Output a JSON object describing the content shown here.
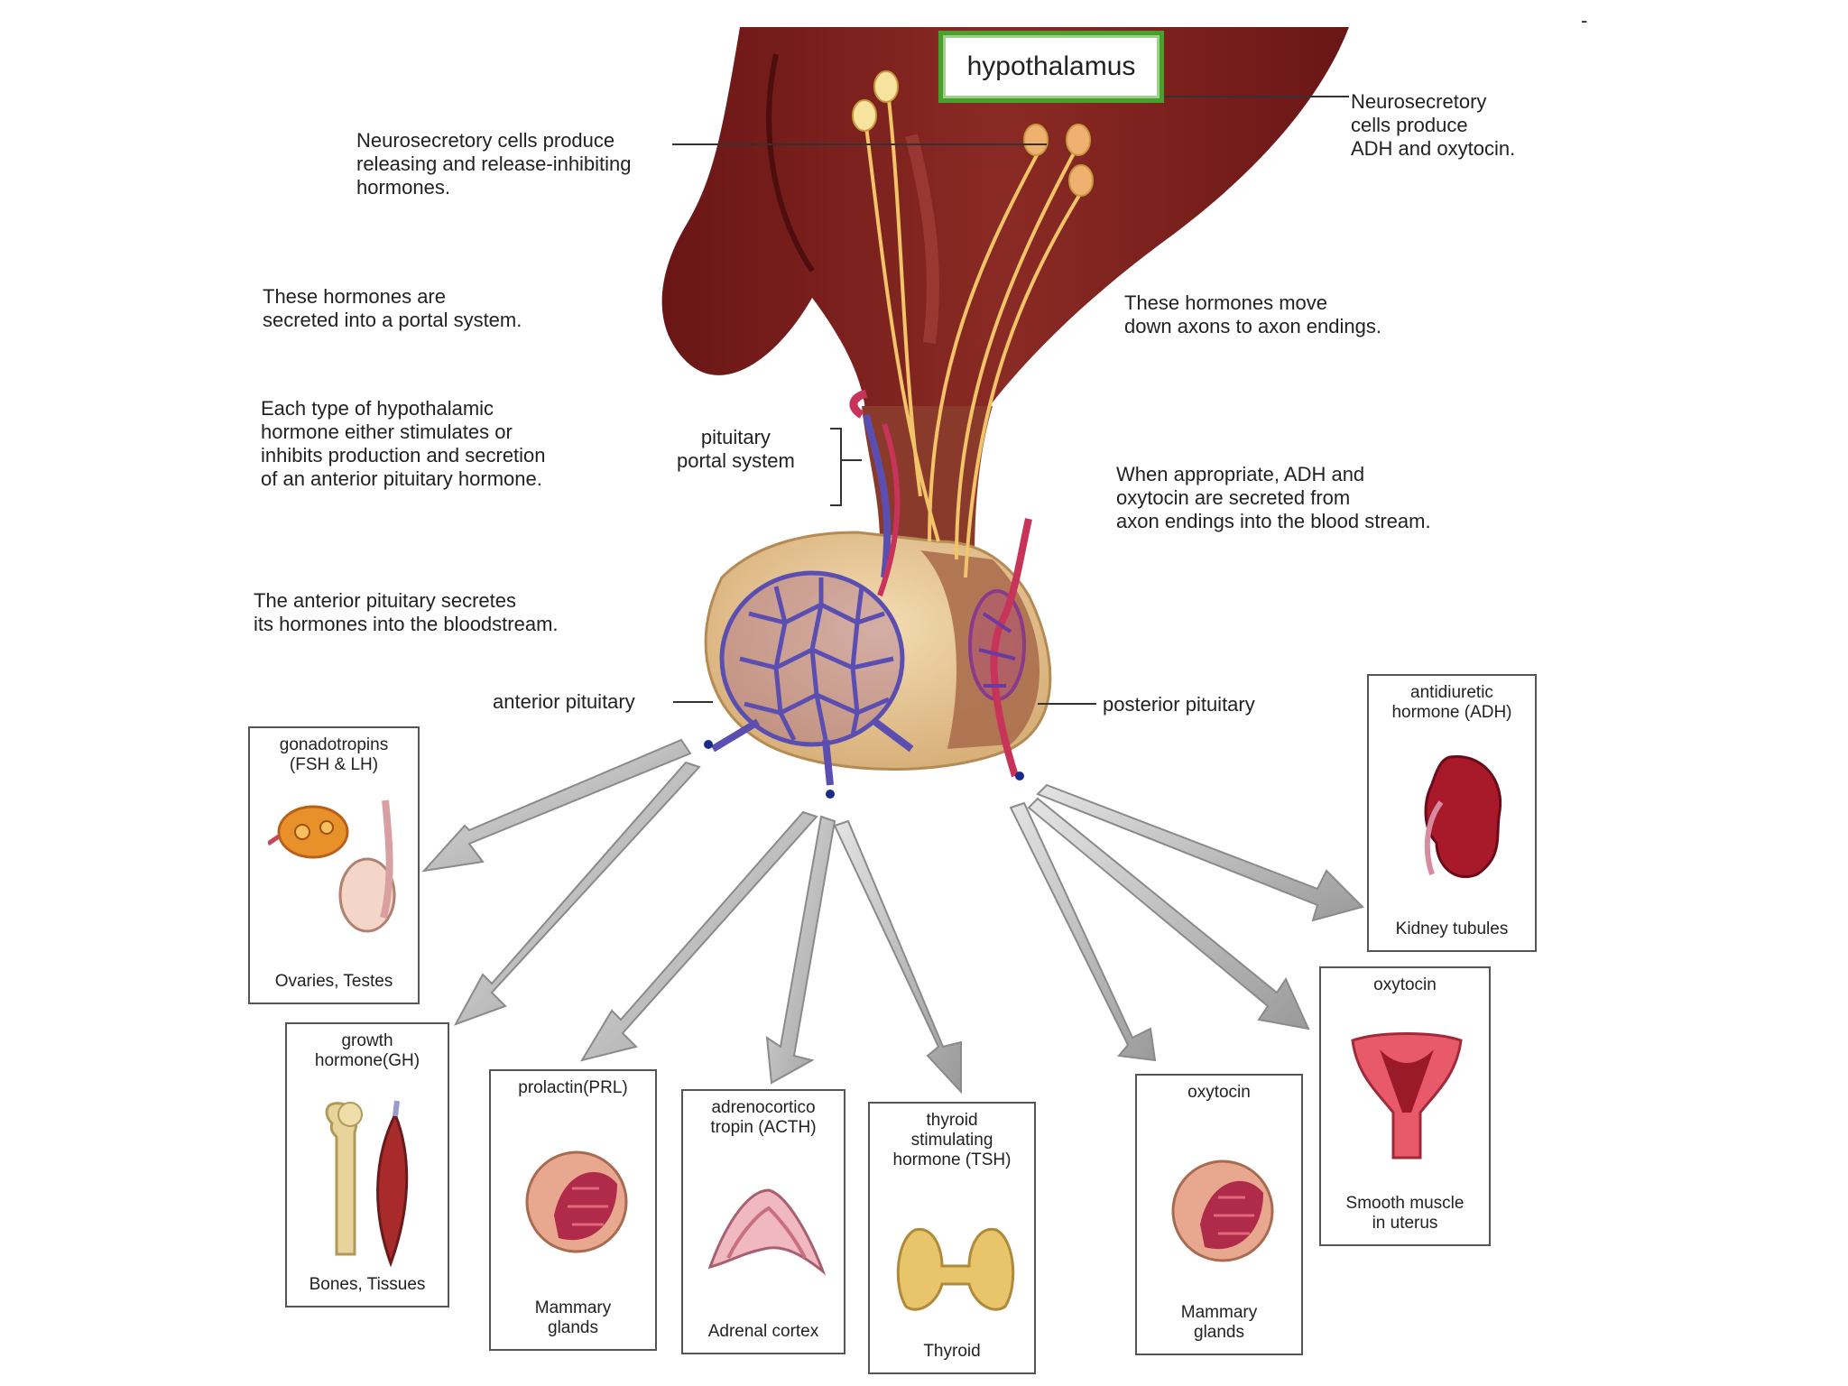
{
  "title": "hypothalamus",
  "corner_mark": "-",
  "labels": {
    "neuro_left": "Neurosecretory cells produce\nreleasing and release-inhibiting\nhormones.",
    "neuro_right": "Neurosecretory\ncells produce\nADH and oxytocin.",
    "portal_secreted": "These hormones are\nsecreted into a portal system.",
    "each_type": "Each type of hypothalamic\nhormone either stimulates or\ninhibits production and secretion\nof an anterior pituitary hormone.",
    "anterior_secretes": "The anterior pituitary secretes\nits hormones into the bloodstream.",
    "move_down": "These hormones move\ndown axons to axon endings.",
    "adh_oxytocin": "When appropriate, ADH and\noxytocin are secreted from\naxon endings into the blood stream.",
    "portal_system": "pituitary\nportal system",
    "anterior_pituitary": "anterior pituitary",
    "posterior_pituitary": "posterior pituitary"
  },
  "boxes": [
    {
      "hormone": "gonadotropins\n(FSH & LH)",
      "target": "Ovaries, Testes"
    },
    {
      "hormone": "growth\nhormone(GH)",
      "target": "Bones, Tissues"
    },
    {
      "hormone": "prolactin(PRL)",
      "target": "Mammary\nglands"
    },
    {
      "hormone": "adrenocortico\ntropin (ACTH)",
      "target": "Adrenal cortex"
    },
    {
      "hormone": "thyroid\nstimulating\nhormone (TSH)",
      "target": "Thyroid"
    },
    {
      "hormone": "oxytocin",
      "target": "Mammary\nglands"
    },
    {
      "hormone": "oxytocin",
      "target": "Smooth muscle\nin uterus"
    },
    {
      "hormone": "antidiuretic\nhormone (ADH)",
      "target": "Kidney tubules"
    }
  ],
  "colors": {
    "brain": "#7a1f1f",
    "brain_dark": "#5a1212",
    "gland": "#e6c79a",
    "vessel_blue": "#5a4fb0",
    "vessel_red": "#c8335a",
    "axon": "#f2c46a",
    "title_border": "#4aa02c"
  }
}
